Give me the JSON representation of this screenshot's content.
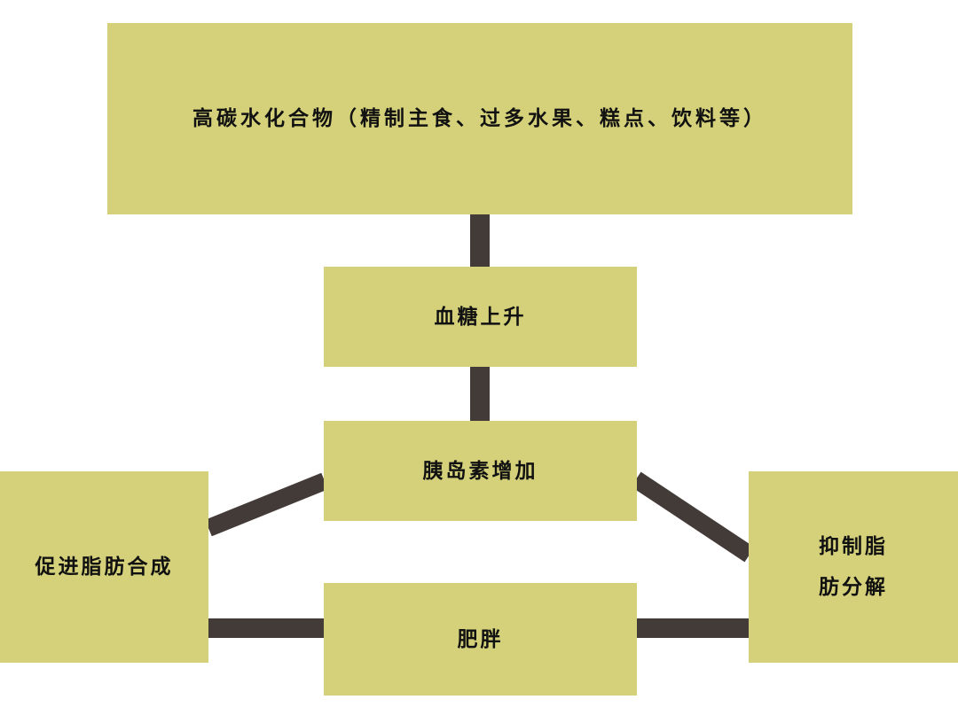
{
  "diagram": {
    "colors": {
      "box": "#d4d17a",
      "connector": "#433b37",
      "text": "#111111"
    },
    "nodes": {
      "carbs": "高碳水化合物（精制主食、过多水果、糕点、饮料等）",
      "blood_sugar": "血糖上升",
      "insulin": "胰岛素增加",
      "fat_synthesis": "促进脂肪合成",
      "inhibit_lipolysis": [
        "抑制脂",
        "肪分解"
      ],
      "obesity": "肥胖"
    }
  }
}
